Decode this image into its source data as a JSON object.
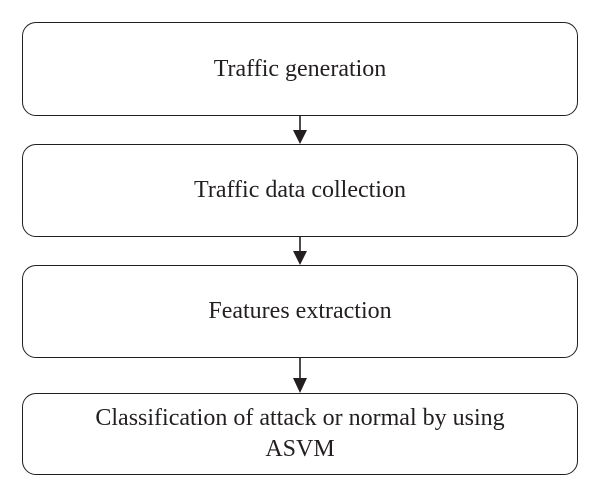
{
  "flowchart": {
    "steps": [
      {
        "label": "Traffic generation"
      },
      {
        "label": "Traffic data collection"
      },
      {
        "label": "Features extraction"
      },
      {
        "label": "Classification of attack or normal by using ASVM"
      }
    ]
  }
}
